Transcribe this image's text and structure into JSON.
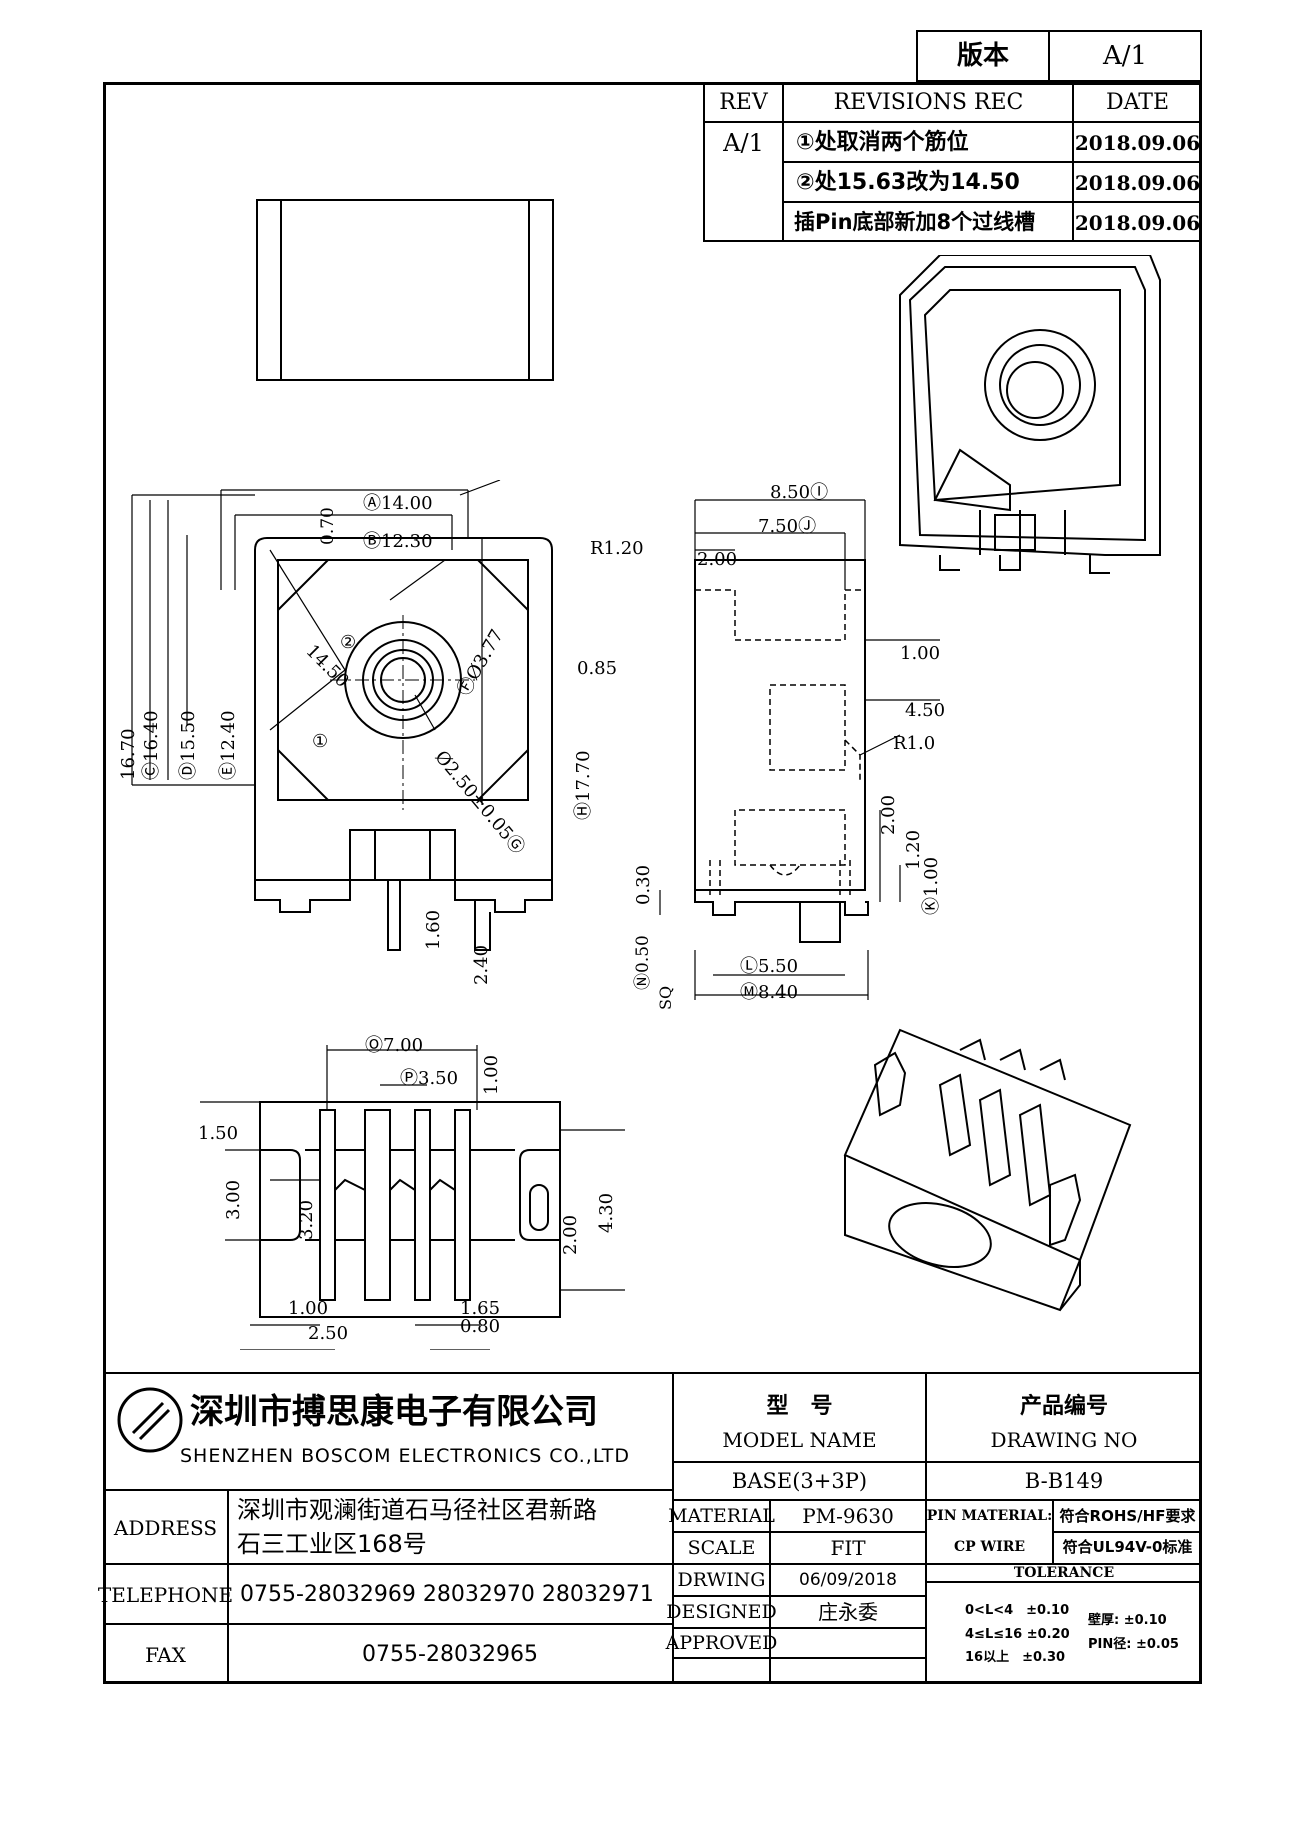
{
  "version_box": {
    "label": "版本",
    "value": "A/1"
  },
  "revisions": {
    "headers": {
      "rev": "REV",
      "rec": "REVISIONS REC",
      "date": "DATE"
    },
    "rows": [
      {
        "rev": "A/1",
        "rec": "①处取消两个筋位",
        "date": "2018.09.06"
      },
      {
        "rev": "",
        "rec": "②处15.63改为14.50",
        "date": "2018.09.06"
      },
      {
        "rev": "",
        "rec": "插Pin底部新加8个过线槽",
        "date": "2018.09.06"
      }
    ]
  },
  "front_view_dims": {
    "a": "Ⓐ14.00",
    "b": "Ⓑ12.30",
    "c070": "0.70",
    "r120": "R1.20",
    "d1670": "16.70",
    "c1640": "Ⓒ16.40",
    "d1550": "Ⓓ15.50",
    "e1240": "Ⓔ12.40",
    "f377": "ⒻØ3.77",
    "g250": "Ø2.50±0.05Ⓖ",
    "h1770": "Ⓗ17.70",
    "d085": "0.85",
    "d1450": "14.50",
    "m2": "②",
    "m1": "①",
    "d160": "1.60",
    "d240": "2.40"
  },
  "side_view_dims": {
    "i850": "8.50Ⓘ",
    "j750": "7.50Ⓙ",
    "d200": "2.00",
    "d100": "1.00",
    "d450": "4.50",
    "r10": "R1.0",
    "d200b": "2.00",
    "d120": "1.20",
    "k100": "Ⓚ1.00",
    "d030": "0.30",
    "l550": "Ⓛ5.50",
    "m840": "Ⓜ8.40",
    "n050": "Ⓝ0.50",
    "sq": "SQ"
  },
  "bottom_view_dims": {
    "o700": "Ⓞ7.00",
    "p350": "Ⓟ3.50",
    "d100": "1.00",
    "d150": "1.50",
    "d300": "3.00",
    "d320": "3.20",
    "d200": "2.00",
    "d430": "4.30",
    "d100b": "1.00",
    "d250": "2.50",
    "d165": "1.65",
    "d080": "0.80"
  },
  "title_block": {
    "company_cn": "深圳市搏思康电子有限公司",
    "company_en": "SHENZHEN BOSCOM ELECTRONICS CO.,LTD",
    "address_label": "ADDRESS",
    "address_line1": "深圳市观澜街道石马径社区君新路",
    "address_line2": "石三工业区168号",
    "telephone_label": "TELEPHONE",
    "telephone": "0755-28032969 28032970 28032971",
    "fax_label": "FAX",
    "fax": "0755-28032965",
    "model_cn": "型　号",
    "model_en": "MODEL NAME",
    "model_value": "BASE(3+3P)",
    "drawing_cn": "产品编号",
    "drawing_en": "DRAWING NO",
    "drawing_value": "B-B149",
    "material_label": "MATERIAL",
    "material_value": "PM-9630",
    "scale_label": "SCALE",
    "scale_value": "FIT",
    "drwing_label": "DRWING",
    "drwing_value": "06/09/2018",
    "designed_label": "DESIGNED",
    "designed_value": "庄永委",
    "approved_label": "APPROVED",
    "approved_value": "",
    "pin_material_label": "PIN MATERIAL:",
    "pin_material_value": "CP WIRE",
    "rohs": "符合ROHS/HF要求",
    "ul": "符合UL94V-0标准",
    "tolerance_label": "TOLERANCE",
    "tol1": "0<L<4　±0.10",
    "tol2": "4≤L≤16 ±0.20",
    "tol3": "16以上　±0.30",
    "tol4": "壁厚: ±0.10",
    "tol5": "PIN径: ±0.05"
  }
}
